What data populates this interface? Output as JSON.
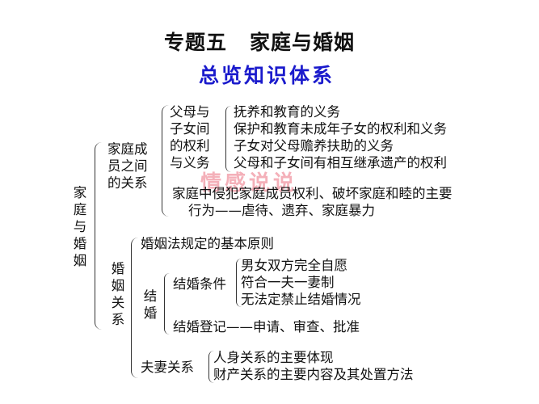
{
  "header": {
    "title_left": "专题五",
    "title_right": "家庭与婚姻",
    "subtitle": "总览知识体系",
    "subtitle_color": "#1a1acc"
  },
  "watermark": "情感说说",
  "root": {
    "label": "家庭与婚姻",
    "branches": {
      "family": {
        "label": "家庭成员之间的关系",
        "label_lines": [
          "家庭成",
          "员之间",
          "的关系"
        ],
        "parent_child": {
          "label_lines": [
            "父母与",
            "子女间",
            "的权利",
            "与义务"
          ],
          "items": [
            "抚养和教育的义务",
            "保护和教育未成年子女的权利和义务",
            "子女对父母赡养扶助的义务",
            "父母和子女间有相互继承遗产的权利"
          ]
        },
        "violation": {
          "line1": "家庭中侵犯家庭成员权利、破坏家庭和睦的主要",
          "line2": "行为——虐待、遗弃、家庭暴力"
        }
      },
      "marriage": {
        "label": "婚姻关系",
        "principle": "婚姻法规定的基本原则",
        "getting_married": {
          "label": "结婚",
          "conditions": {
            "label": "结婚条件",
            "items": [
              "男女双方完全自愿",
              "符合一夫一妻制",
              "无法定禁止结婚情况"
            ]
          },
          "registration": "结婚登记——申请、审查、批准"
        },
        "spouse": {
          "label": "夫妻关系",
          "items": [
            "人身关系的主要体现",
            "财产关系的主要内容及其处置方法"
          ]
        }
      }
    }
  }
}
